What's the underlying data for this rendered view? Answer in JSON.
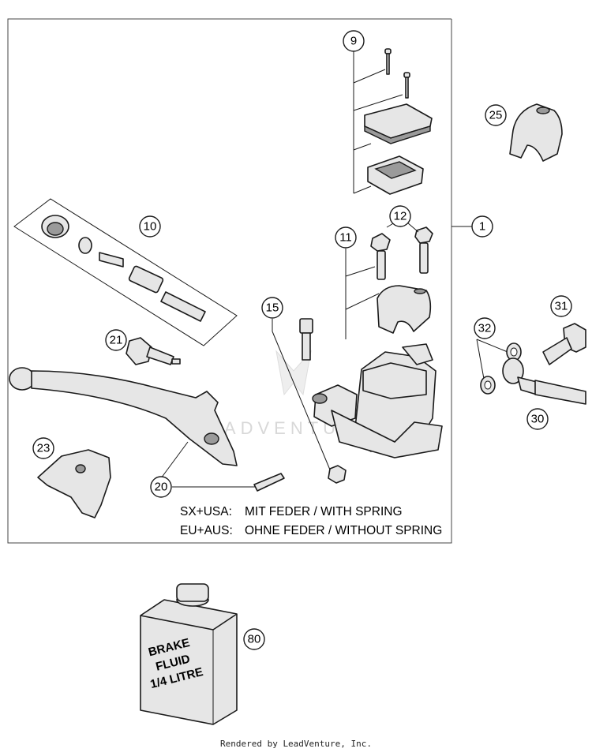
{
  "callouts": {
    "c1": "1",
    "c9": "9",
    "c10": "10",
    "c11": "11",
    "c12": "12",
    "c15": "15",
    "c20": "20",
    "c21": "21",
    "c23": "23",
    "c25": "25",
    "c30": "30",
    "c31": "31",
    "c32": "32",
    "c80": "80"
  },
  "notes": {
    "line1_code": "SX+USA:",
    "line1_text": "MIT FEDER / WITH SPRING",
    "line2_code": "EU+AUS:",
    "line2_text": "OHNE FEDER / WITHOUT SPRING"
  },
  "bottle_label": [
    "BRAKE",
    "FLUID",
    "1/4 LITRE"
  ],
  "watermark": "LEADVENTURE",
  "footer": "Rendered by LeadVenture, Inc."
}
